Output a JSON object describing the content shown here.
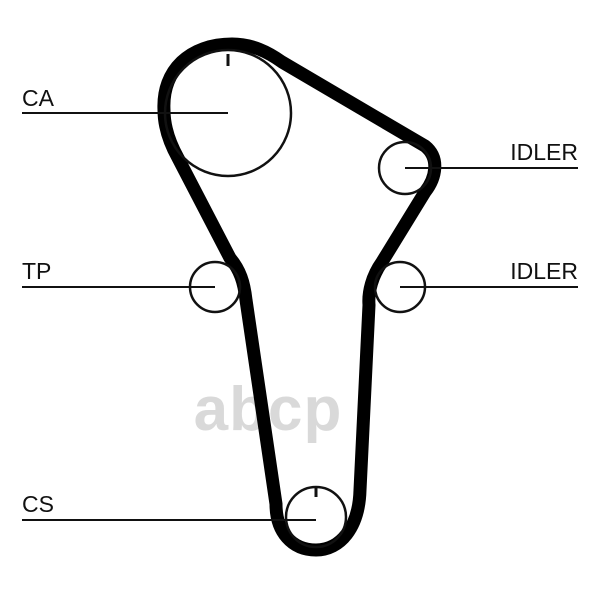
{
  "diagram": {
    "labels": {
      "ca": "CA",
      "idler_top": "IDLER",
      "tp": "TP",
      "idler_mid": "IDLER",
      "cs": "CS"
    },
    "watermark": "abcp",
    "colors": {
      "belt": "#000000",
      "pulley_outline": "#111111",
      "label": "#111111",
      "watermark": "#d9d9d9",
      "background": "#ffffff"
    }
  }
}
